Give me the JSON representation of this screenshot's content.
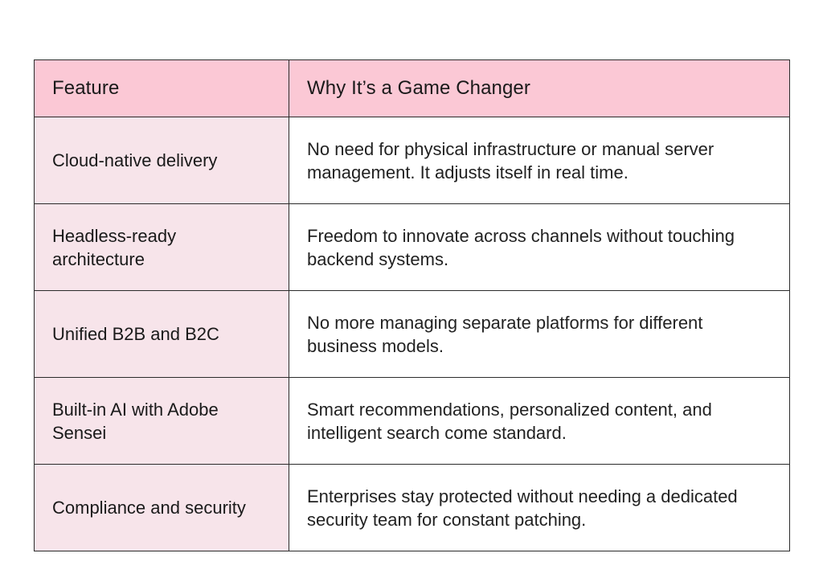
{
  "table": {
    "headers": {
      "feature": "Feature",
      "why": "Why It’s a Game Changer"
    },
    "rows": [
      {
        "feature": "Cloud-native delivery",
        "why": "No need for physical infrastructure or manual server management. It adjusts itself in real time."
      },
      {
        "feature": "Headless-ready architecture",
        "why": "Freedom to innovate across channels without touching backend systems."
      },
      {
        "feature": "Unified B2B and B2C",
        "why": "No more managing separate platforms for different business models."
      },
      {
        "feature": "Built-in AI with Adobe Sensei",
        "why": "Smart recommendations, personalized content, and intelligent search come standard."
      },
      {
        "feature": "Compliance and security",
        "why": "Enterprises stay protected without needing a dedicated security team for constant patching."
      }
    ]
  },
  "colors": {
    "header_background": "#fbc8d5",
    "feature_column_background": "#f7e4ea",
    "border": "#2b2b2b"
  }
}
